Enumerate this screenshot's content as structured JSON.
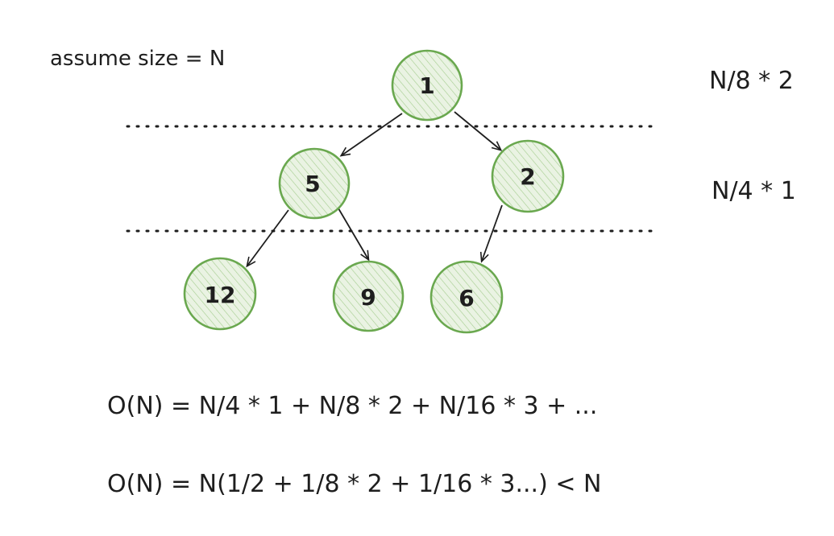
{
  "assumption": "assume size = N",
  "level_costs": {
    "top": "N/8 * 2",
    "middle": "N/4 * 1"
  },
  "nodes": {
    "root": "1",
    "left": "5",
    "right": "2",
    "left_left": "12",
    "left_right": "9",
    "right_left": "6"
  },
  "equations": {
    "line1": "O(N) = N/4 * 1 + N/8 * 2 + N/16 * 3 + ...",
    "line2": "O(N) = N(1/2 + 1/8 * 2 + 1/16 * 3...) < N"
  },
  "colors": {
    "node_stroke": "#6aa84f",
    "node_fill": "#b7d7a8",
    "ink": "#1e1e1e"
  }
}
